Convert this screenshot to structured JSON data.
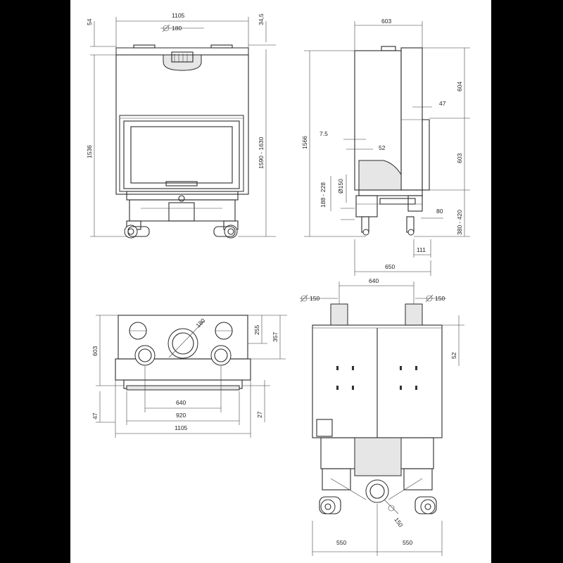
{
  "front_view": {
    "width": "1105",
    "top_offset": "54",
    "top_right": "34,5",
    "flue": "180",
    "height_total": "1536",
    "height_range": "1590 - 1630"
  },
  "side_view": {
    "depth_top": "603",
    "height_total": "1566",
    "upper": "604",
    "gap": "47",
    "middle": "603",
    "inset": "7.5",
    "inset2": "52",
    "outlet": "Ø150",
    "outlet_height": "188 - 228",
    "leg_height": "380 - 420",
    "foot": "80",
    "bottom_offset": "111",
    "depth_total": "650"
  },
  "top_view": {
    "flue_diameter": "180",
    "d255": "255",
    "d357": "357",
    "height": "603",
    "base": "47",
    "d27": "27",
    "w640": "640",
    "w920": "920",
    "w1105": "1105"
  },
  "rear_view": {
    "spacing": "640",
    "left_outlet": "150",
    "right_outlet": "150",
    "right_offset": "52",
    "bottom_outlet": "150",
    "left_half": "550",
    "right_half": "550"
  }
}
